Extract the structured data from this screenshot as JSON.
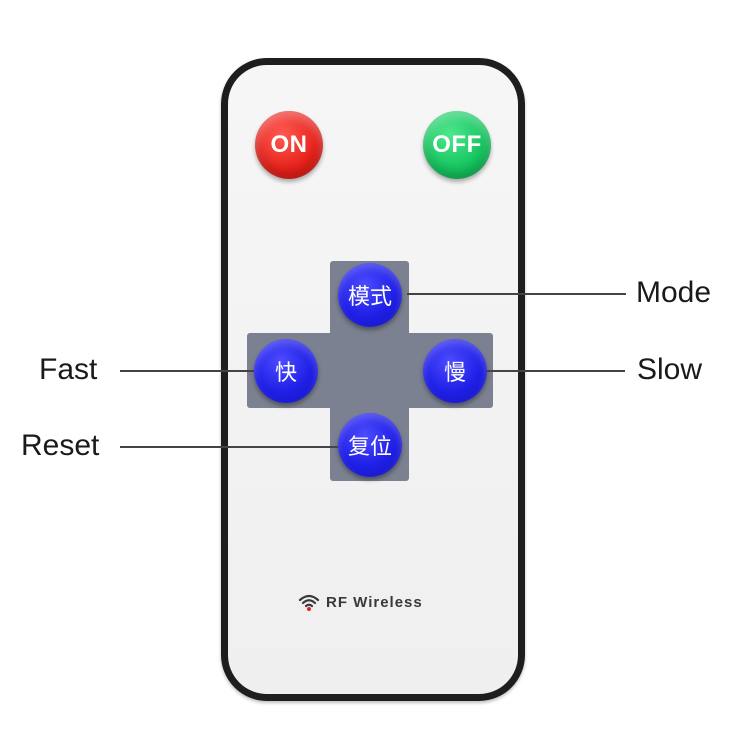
{
  "remote": {
    "buttons": {
      "on": "ON",
      "off": "OFF",
      "mode": "模式",
      "fast": "快",
      "slow": "慢",
      "reset": "复位"
    },
    "brand_text": "RF Wireless",
    "brand_icon": "wireless-signal-icon"
  },
  "callouts": {
    "mode": "Mode",
    "fast": "Fast",
    "slow": "Slow",
    "reset": "Reset"
  },
  "colors": {
    "on_button": "#e52019",
    "off_button": "#13c35d",
    "blue_button": "#1f1fe6",
    "dpad_plate": "#7b8190",
    "remote_body": "#f2f2f2",
    "remote_border": "#1e1e1e"
  }
}
